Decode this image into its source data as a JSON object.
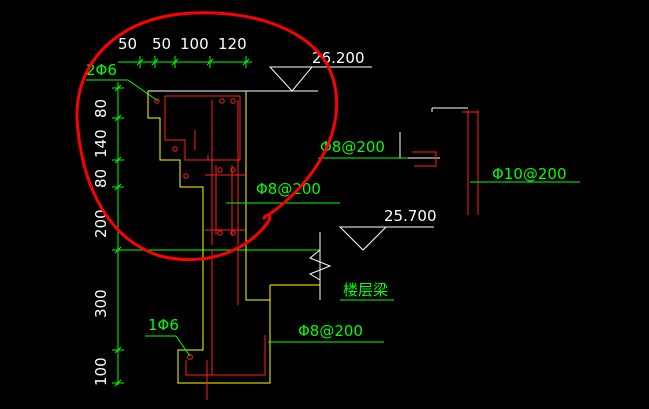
{
  "colors": {
    "background": "#000000",
    "text": "#ffffff",
    "rebar_text": "#00ff00",
    "outline": "#ffff00",
    "rebar": "#ff2020",
    "annotation": "#ff0000"
  },
  "top_dimensions": [
    "50",
    "50",
    "100",
    "120"
  ],
  "left_dimensions": [
    "80",
    "140",
    "80",
    "200",
    "300",
    "100"
  ],
  "elevations": {
    "top": "26.200",
    "middle": "25.700"
  },
  "rebar_labels": {
    "top_left": "2Φ6",
    "stirrup_upper": "Φ8@200",
    "stirrup_mid_right": "Φ8@200",
    "stirrup_far_right": "Φ10@200",
    "bottom_left": "1Φ6",
    "stirrup_bottom": "Φ8@200"
  },
  "floor_beam_label": "楼层梁",
  "icons": [
    "elevation-triangle-icon",
    "break-line-icon",
    "rebar-dot-icon"
  ]
}
